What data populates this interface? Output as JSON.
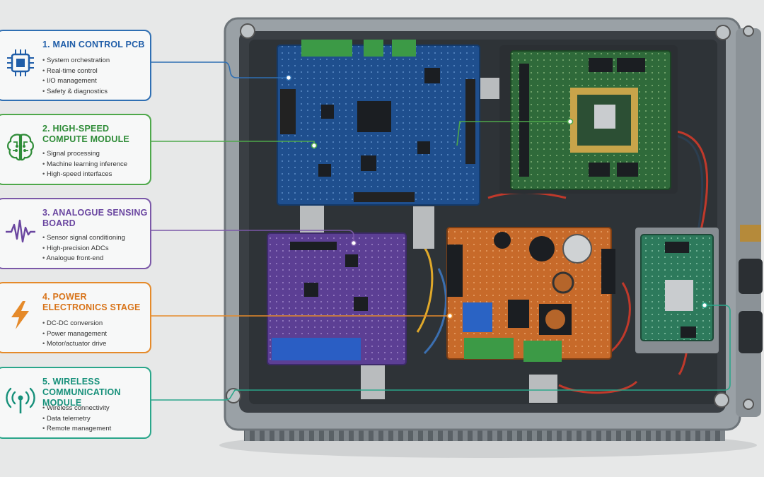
{
  "sections": [
    {
      "title": "1. MAIN CONTROL PCB",
      "items": [
        "System orchestration",
        "Real-time control",
        "I/O management",
        "Safety & diagnostics"
      ],
      "color": "#2f6fb3",
      "icon": "cpu-chip-icon"
    },
    {
      "title": "2. HIGH-SPEED COMPUTE MODULE",
      "items": [
        "Signal processing",
        "Machine learning inference",
        "High-speed interfaces"
      ],
      "color": "#4ea84a",
      "icon": "brain-circuit-icon"
    },
    {
      "title": "3. ANALOGUE SENSING BOARD",
      "items": [
        "Sensor signal conditioning",
        "High-precision ADCs",
        "Analogue front-end"
      ],
      "color": "#7b58a8",
      "icon": "waveform-icon"
    },
    {
      "title": "4. POWER ELECTRONICS STAGE",
      "items": [
        "DC-DC conversion",
        "Power management",
        "Motor/actuator drive"
      ],
      "color": "#e58a2a",
      "icon": "lightning-bolt-icon"
    },
    {
      "title": "5. WIRELESS COMMUNICATION MODULE",
      "items": [
        "Wireless connectivity",
        "Data telemetry",
        "Remote management"
      ],
      "color": "#2aa68a",
      "icon": "antenna-broadcast-icon"
    }
  ]
}
